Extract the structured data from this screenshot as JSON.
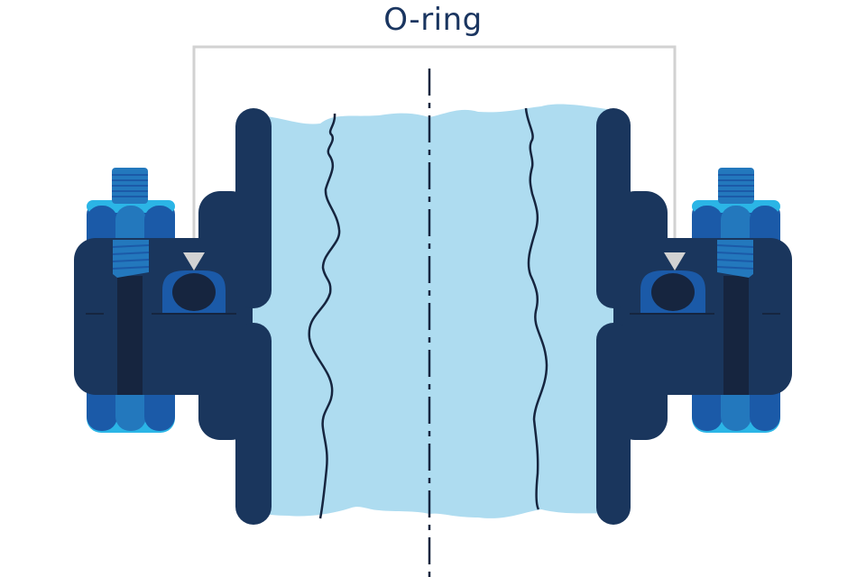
{
  "diagram": {
    "title": "O-ring",
    "subject": "Flanged pipe joint cross-section with O-ring seals",
    "labels": [
      {
        "id": "oring-left",
        "text": "O-ring",
        "target": "left O-ring groove"
      },
      {
        "id": "oring-right",
        "text": "O-ring",
        "target": "right O-ring groove"
      }
    ],
    "components": [
      "pipe-section (light blue, broken ends)",
      "pipe-flange-top",
      "pipe-flange-bottom",
      "clamp-body-left",
      "clamp-body-right",
      "bolt-left",
      "nut-left-top",
      "nut-left-bottom",
      "bolt-right",
      "nut-right-top",
      "nut-right-bottom",
      "oring-left",
      "oring-right",
      "centerline"
    ],
    "colors": {
      "navy": "#1a365d",
      "dark_navy": "#16253f",
      "pipe_fill": "#aedcf0",
      "nut_blue": "#1b5aa8",
      "nut_mid": "#2378bd",
      "nut_highlight": "#2bb5e6",
      "groove_blue": "#1b5aa8",
      "leader_gray": "#d2d2d2",
      "title_color": "#1a3560"
    }
  }
}
